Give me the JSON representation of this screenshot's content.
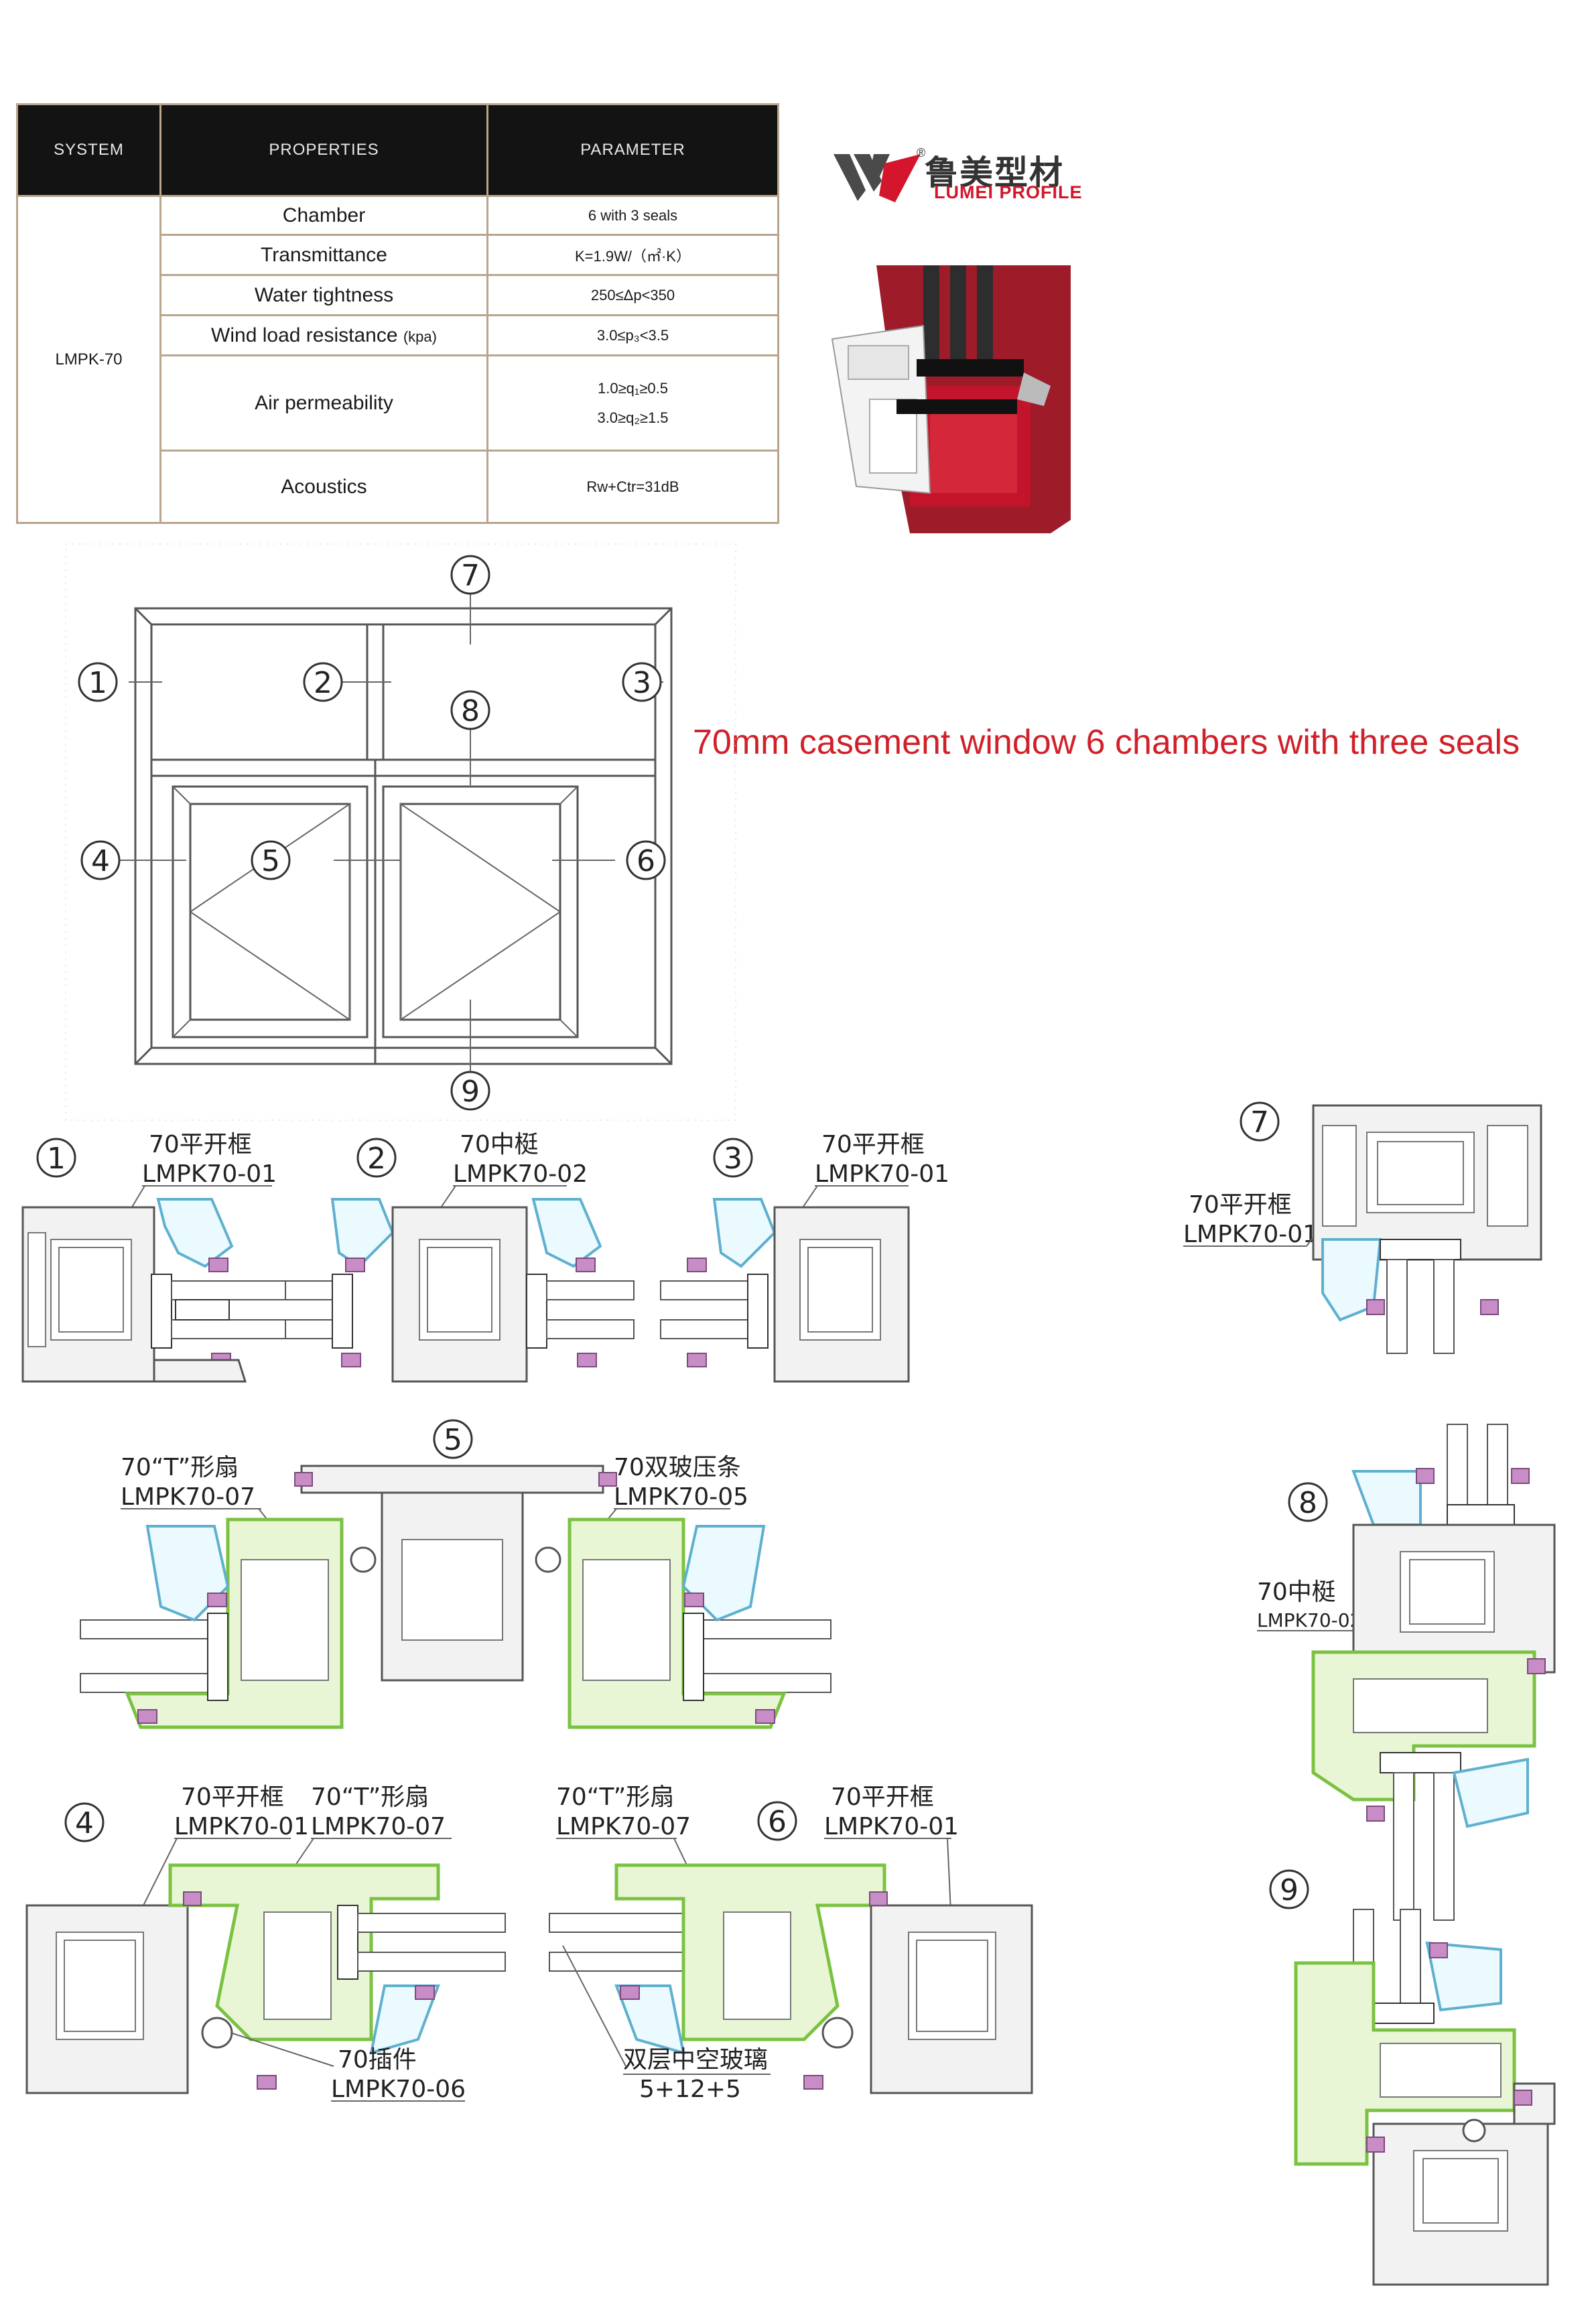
{
  "table": {
    "headers": [
      "SYSTEM",
      "PROPERTIES",
      "PARAMETER"
    ],
    "system": "LMPK-70",
    "rows": [
      {
        "property": "Chamber",
        "unit": "",
        "parameter": "6 with 3 seals"
      },
      {
        "property": "Transmittance",
        "unit": "",
        "parameter": "K=1.9W/（㎡·K）"
      },
      {
        "property": "Water tightness",
        "unit": "",
        "parameter": "250≤Δp<350"
      },
      {
        "property": "Wind load resistance",
        "unit": "(kpa)",
        "parameter": "3.0≤p₃<3.5"
      },
      {
        "property": "Air permeability",
        "unit": "",
        "parameter": "1.0≥q₁≥0.5",
        "parameter2": "3.0≥q₂≥1.5"
      },
      {
        "property": "Acoustics",
        "unit": "",
        "parameter": "Rw+Ctr=31dB"
      }
    ]
  },
  "logo": {
    "chinese": "鲁美型材",
    "english": "LUMEI PROFILE",
    "registered": "®",
    "colors": {
      "mark_gray": "#4a4a4a",
      "mark_red": "#d3162b"
    }
  },
  "headline": "70mm casement window 6 chambers with three seals",
  "markers": [
    "1",
    "2",
    "3",
    "4",
    "5",
    "6",
    "7",
    "8",
    "9"
  ],
  "labels": {
    "frame_cn": "70平开框",
    "frame_code": "LMPK70-01",
    "mullion_cn": "70中梃",
    "mullion_code": "LMPK70-02",
    "sash_cn": "70“T”形扇",
    "sash_code": "LMPK70-07",
    "bead_cn": "70双玻压条",
    "bead_code": "LMPK70-05",
    "insert_cn": "70插件",
    "insert_code": "LMPK70-06",
    "glass_cn": "双层中空玻璃",
    "glass_spec": "5+12+5"
  },
  "colors": {
    "headline": "#d1202a",
    "sash": "#7cc242",
    "bead": "#5fb0cf",
    "seal": "#c88dc7",
    "table_header": "#131313",
    "table_border": "#b9a48d"
  }
}
